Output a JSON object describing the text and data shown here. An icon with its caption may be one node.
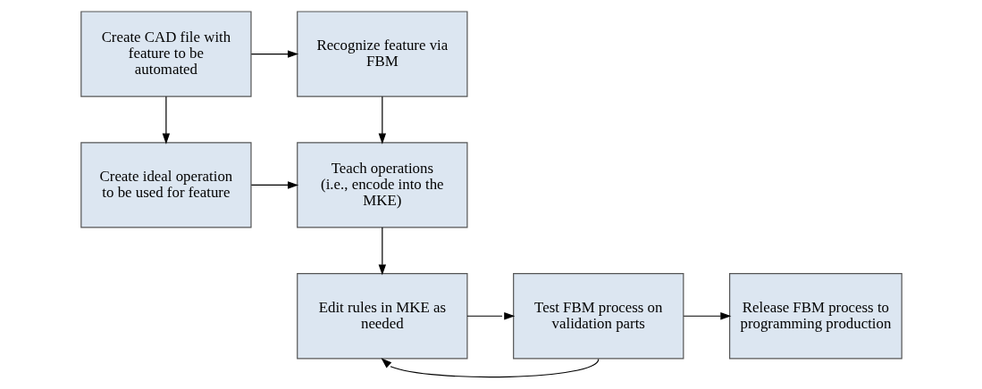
{
  "diagram": {
    "nodes": [
      {
        "text": [
          "Create CAD file with feature to be automated"
        ]
      },
      {
        "text": [
          "Recognize feature via FBM"
        ]
      },
      {
        "text": [
          "Create ideal operation to be used for feature"
        ]
      },
      {
        "text": [
          "Teach operations (i.e., encode into the MKE)"
        ]
      },
      {
        "text": [
          "Edit rules in MKE as needed"
        ]
      },
      {
        "text": [
          "Test FBM process on validation parts"
        ]
      },
      {
        "text": [
          "Release FBM process to programming production"
        ]
      }
    ],
    "edges": [
      {
        "from": 0,
        "to": 1,
        "arrow": "to"
      },
      {
        "from": 0,
        "to": 2,
        "arrow": "to"
      },
      {
        "from": 1,
        "to": 3,
        "arrow": "to"
      },
      {
        "from": 2,
        "to": 3,
        "arrow": "to"
      },
      {
        "from": 3,
        "to": 4,
        "arrow": "to"
      },
      {
        "from": 4,
        "to": 5,
        "arrow": "to"
      },
      {
        "from": 5,
        "to": 6,
        "arrow": "to"
      },
      {
        "from": 5,
        "to": 4,
        "arrow": "to"
      }
    ]
  }
}
